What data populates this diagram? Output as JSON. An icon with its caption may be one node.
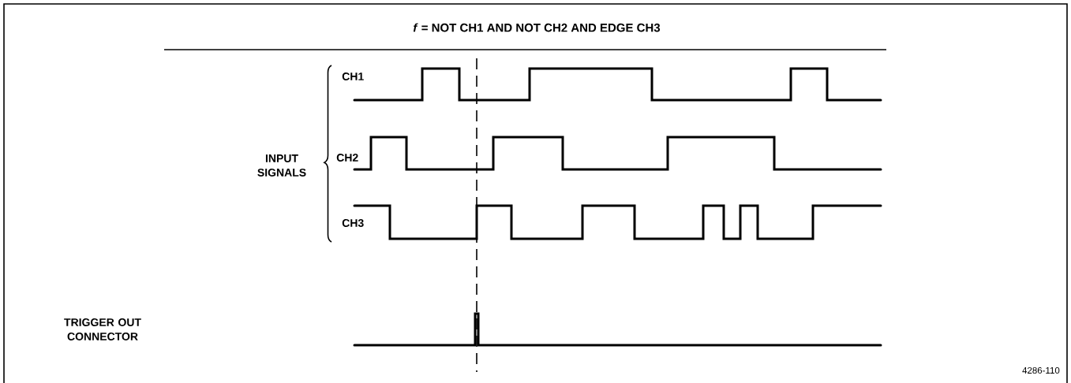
{
  "diagram": {
    "title": "*f* = NOT CH1 AND NOT CH2 AND EDGE CH3",
    "labels": [
      "CH1",
      "INPUT SIGNALS",
      "CH2",
      "CH3",
      "TRIGGER OUT CONNECTOR",
      "4286-110"
    ]
  }
}
